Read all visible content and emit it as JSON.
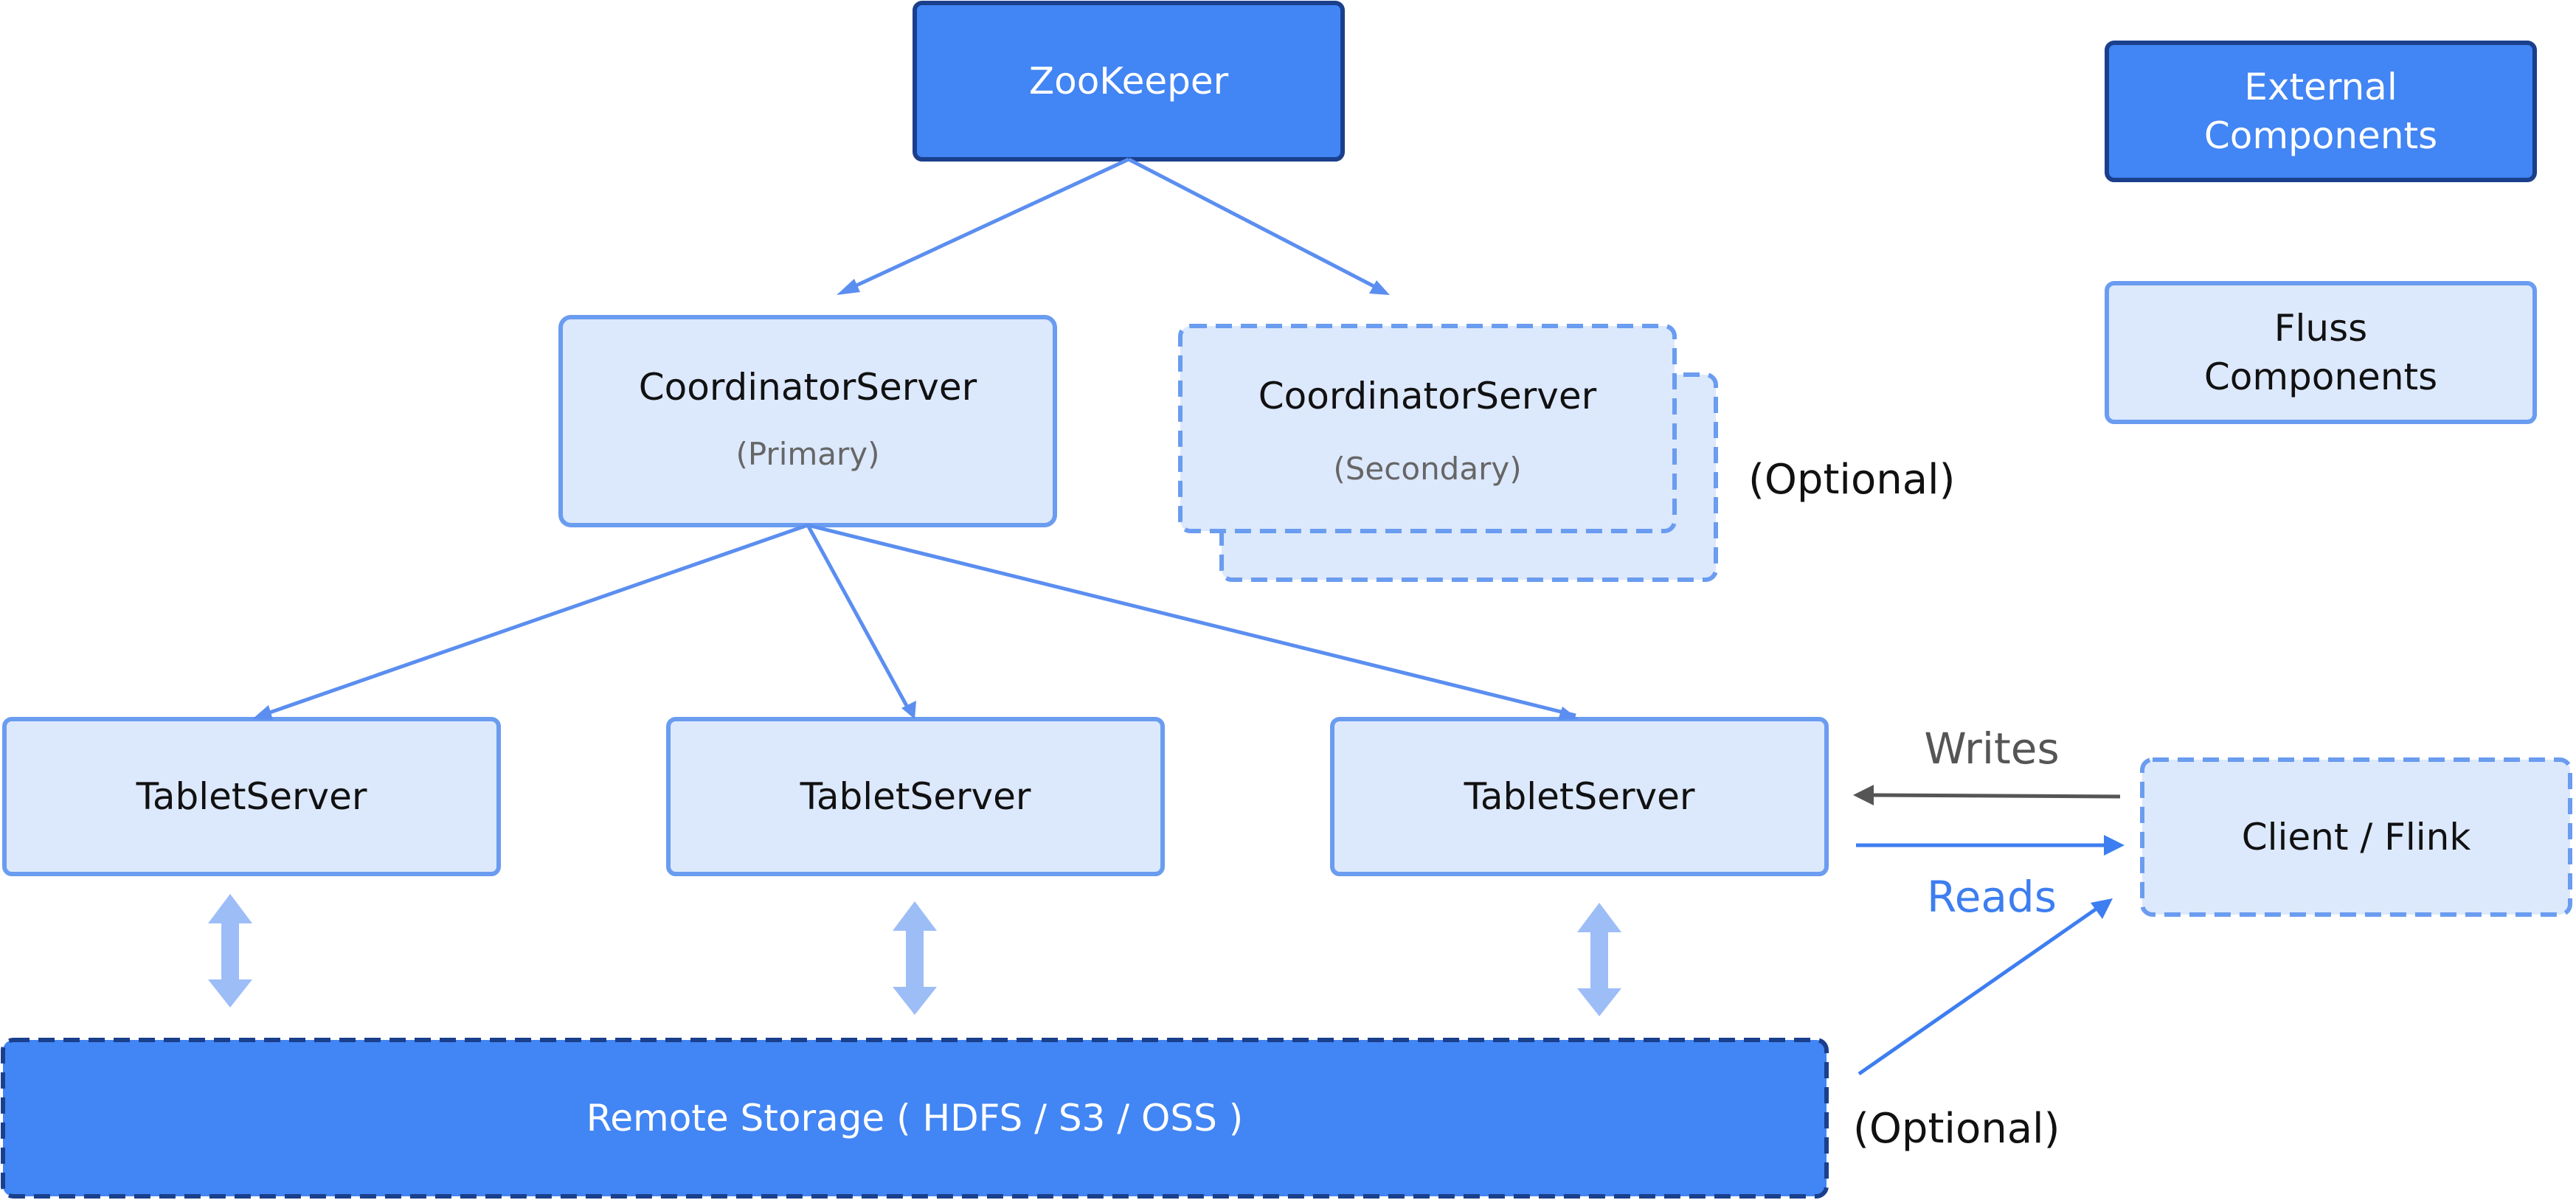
{
  "zookeeper": {
    "label": "ZooKeeper"
  },
  "legend": {
    "external": "External\nComponents",
    "fluss": "Fluss\nComponents"
  },
  "coordinator_primary": {
    "title": "CoordinatorServer",
    "subtitle": "(Primary)"
  },
  "coordinator_secondary": {
    "title": "CoordinatorServer",
    "subtitle": "(Secondary)",
    "note": "(Optional)"
  },
  "tablet_servers": [
    {
      "label": "TabletServer"
    },
    {
      "label": "TabletServer"
    },
    {
      "label": "TabletServer"
    }
  ],
  "client": {
    "label": "Client / Flink"
  },
  "flows": {
    "writes": "Writes",
    "reads": "Reads"
  },
  "remote_storage": {
    "label": "Remote Storage ( HDFS / S3 / OSS )",
    "note": "(Optional)"
  },
  "colors": {
    "external_fill": "#4285f4",
    "external_border": "#1a3f8c",
    "fluss_fill": "#dce8fc",
    "fluss_border": "#6a9cf0",
    "arrow": "#5b8ef0",
    "storage_arrow": "#9dbdf7",
    "writes": "#555555",
    "reads": "#3d7ef0"
  }
}
